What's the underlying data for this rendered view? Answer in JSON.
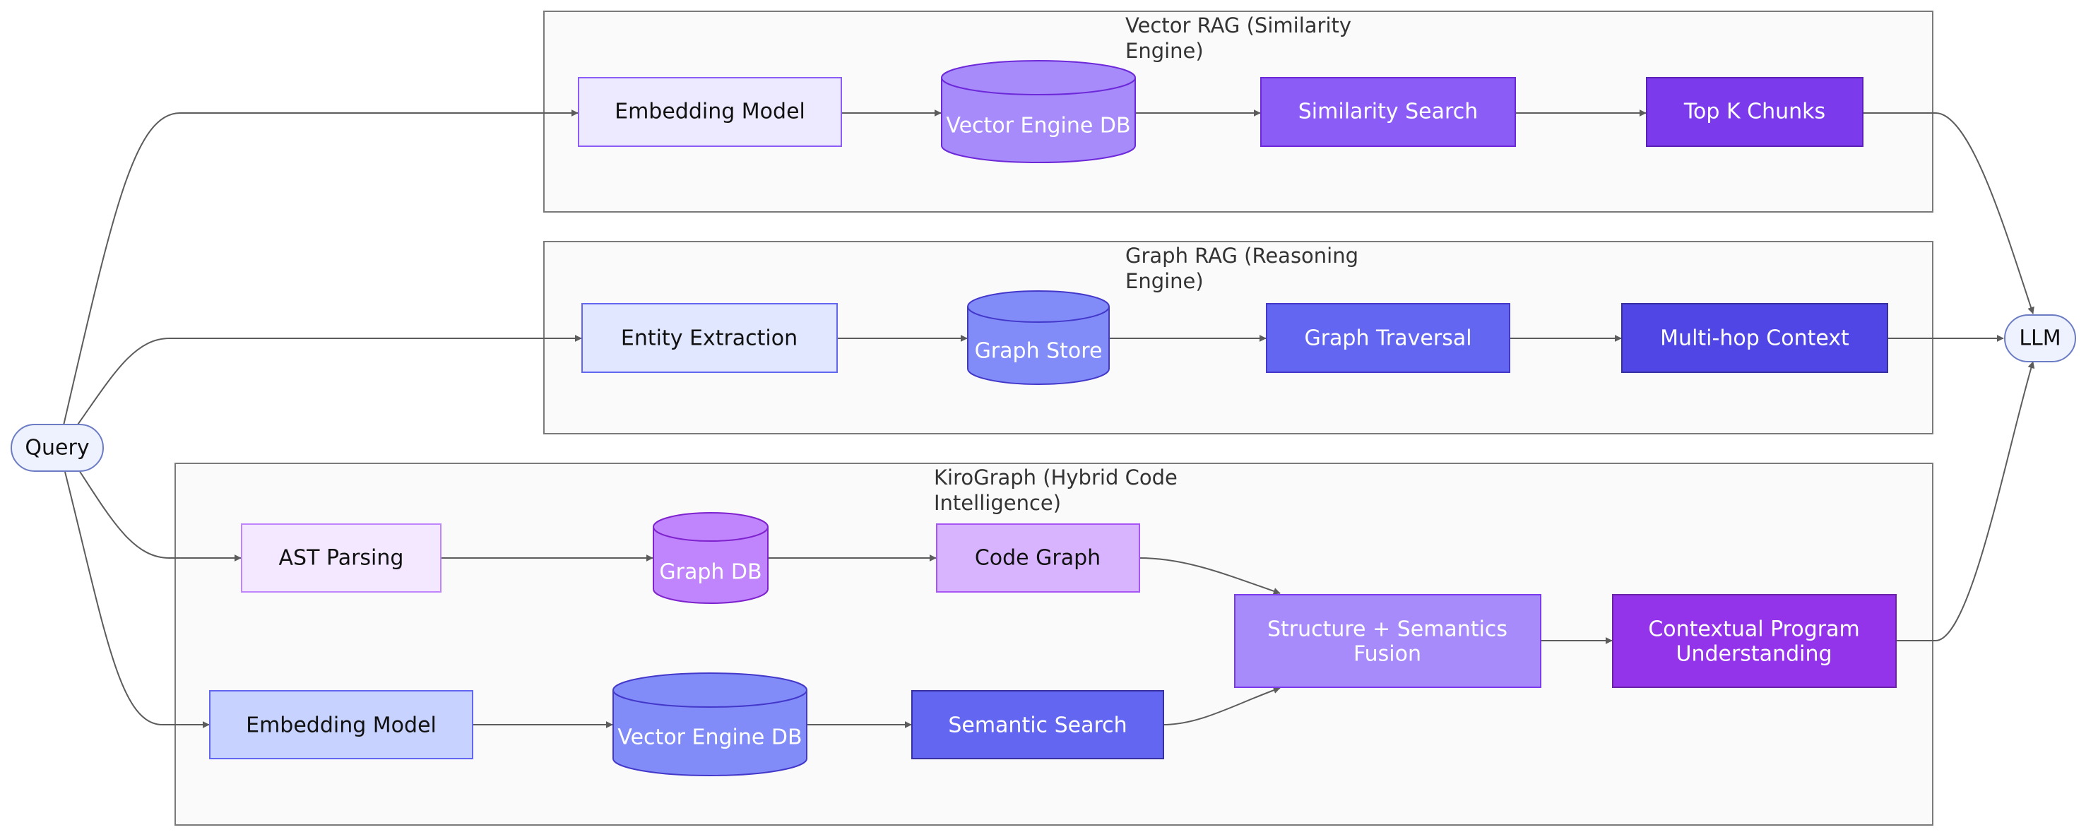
{
  "groups": {
    "vector": {
      "title_line1": "Vector RAG (Similarity",
      "title_line2": "Engine)"
    },
    "graph": {
      "title_line1": "Graph RAG (Reasoning",
      "title_line2": "Engine)"
    },
    "kiro": {
      "title_line1": "KiroGraph (Hybrid Code",
      "title_line2": "Intelligence)"
    }
  },
  "nodes": {
    "query": {
      "label": "Query"
    },
    "llm": {
      "label": "LLM"
    },
    "v_embed": {
      "label": "Embedding Model"
    },
    "v_db": {
      "label": "Vector Engine DB"
    },
    "v_sim": {
      "label": "Similarity Search"
    },
    "v_topk": {
      "label": "Top K Chunks"
    },
    "g_entity": {
      "label": "Entity Extraction"
    },
    "g_store": {
      "label": "Graph Store"
    },
    "g_trav": {
      "label": "Graph Traversal"
    },
    "g_multi": {
      "label": "Multi-hop Context"
    },
    "k_ast": {
      "label": "AST Parsing"
    },
    "k_gdb": {
      "label": "Graph DB"
    },
    "k_cg": {
      "label": "Code Graph"
    },
    "k_embed": {
      "label": "Embedding Model"
    },
    "k_vdb": {
      "label": "Vector Engine DB"
    },
    "k_sem": {
      "label": "Semantic Search"
    },
    "k_fusion": {
      "label_line1": "Structure + Semantics",
      "label_line2": "Fusion"
    },
    "k_ctx": {
      "label_line1": "Contextual Program",
      "label_line2": "Understanding"
    }
  },
  "colors": {
    "v_embed": "#ede9fe",
    "v_db": "#a78bfa",
    "v_sim": "#8b5cf6",
    "v_topk": "#7c3aed",
    "g_entity": "#e0e7ff",
    "g_store": "#818cf8",
    "g_trav": "#6366f1",
    "g_multi": "#4f46e5",
    "k_ast": "#f3e8ff",
    "k_gdb": "#c084fc",
    "k_cg": "#d8b4fe",
    "k_embed": "#c7d2fe",
    "k_vdb": "#818cf8",
    "k_sem": "#6366f1",
    "k_fusion": "#a78bfa",
    "k_ctx": "#9333ea",
    "terminal_fill": "#eef2ff",
    "terminal_stroke": "#6b7cc4"
  }
}
